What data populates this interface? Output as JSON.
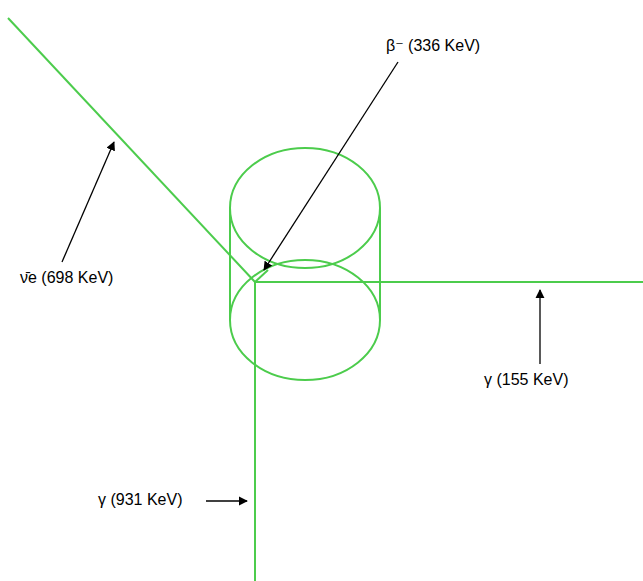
{
  "diagram": {
    "labels": [
      "β⁻ (336 KeV)",
      "ν̄e (698 KeV)",
      "γ (155 KeV)",
      "γ (931 KeV)"
    ]
  }
}
